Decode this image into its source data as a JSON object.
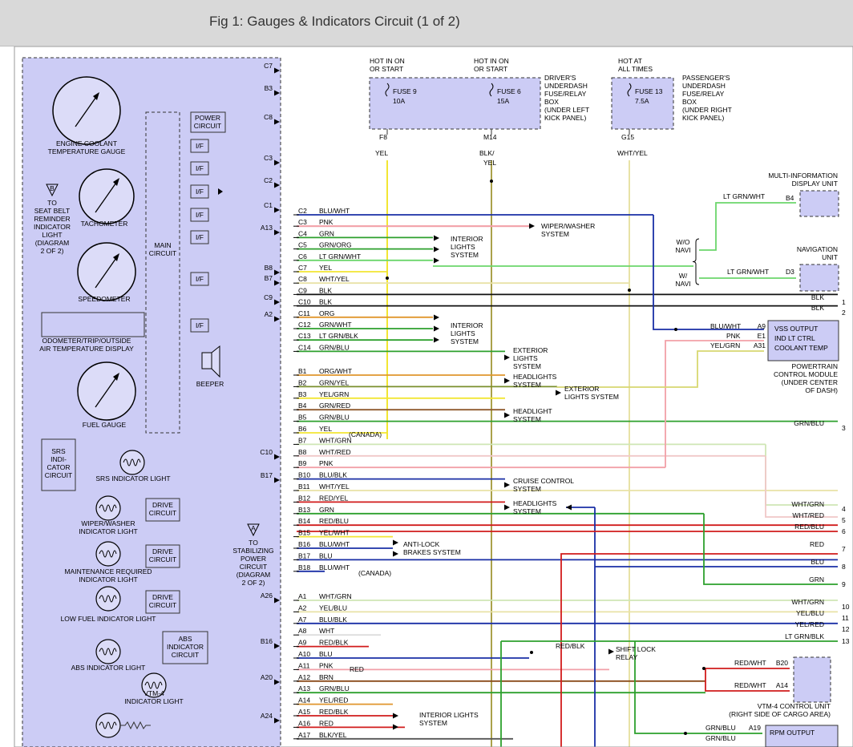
{
  "page": {
    "title": "Fig 1: Gauges & Indicators Circuit (1 of 2)"
  },
  "cluster": {
    "gauges": [
      {
        "name": "engine-coolant-gauge",
        "l1": "ENGINE COOLANT",
        "l2": "TEMPERATURE GAUGE"
      },
      {
        "name": "tachometer",
        "l1": "TACHOMETER",
        "l2": ""
      },
      {
        "name": "speedometer",
        "l1": "SPEEDOMETER",
        "l2": ""
      },
      {
        "name": "fuel-gauge",
        "l1": "FUEL GAUGE",
        "l2": ""
      }
    ],
    "odometer": [
      "ODOMETER/TRIP/OUTSIDE",
      "AIR TEMPERATURE DISPLAY"
    ],
    "main_circuit": [
      "MAIN",
      "CIRCUIT"
    ],
    "power_circuit": [
      "POWER",
      "CIRCUIT"
    ],
    "if_label": "I/F",
    "beeper": "BEEPER",
    "seat_belt_ref": {
      "letter": "B",
      "lines": [
        "TO",
        "SEAT BELT",
        "REMINDER",
        "INDICATOR",
        "LIGHT",
        "(DIAGRAM",
        "2 OF 2)"
      ]
    },
    "stab_ref": {
      "letter": "A",
      "lines": [
        "TO",
        "STABILIZING",
        "POWER",
        "CIRCUIT",
        "(DIAGRAM",
        "2 OF 2)"
      ]
    },
    "srs_circuit": [
      "SRS",
      "INDI-",
      "CATOR",
      "CIRCUIT"
    ],
    "drive_circuit": [
      "DRIVE",
      "CIRCUIT"
    ],
    "abs_circuit": [
      "ABS",
      "INDICATOR",
      "CIRCUIT"
    ],
    "lights": [
      {
        "l1": "SRS INDICATOR LIGHT",
        "l2": ""
      },
      {
        "l1": "WIPER/WASHER",
        "l2": "INDICATOR LIGHT"
      },
      {
        "l1": "MAINTENANCE REQUIRED",
        "l2": "INDICATOR LIGHT"
      },
      {
        "l1": "LOW FUEL INDICATOR LIGHT",
        "l2": ""
      },
      {
        "l1": "ABS INDICATOR LIGHT",
        "l2": ""
      },
      {
        "l1": "VTM-4",
        "l2": "INDICATOR LIGHT"
      }
    ],
    "pins_out": [
      "C7",
      "B3",
      "C8",
      "C3",
      "C2",
      "C1",
      "A13",
      "B8",
      "B7",
      "C9",
      "A2",
      "C10",
      "B17",
      "A26",
      "B16",
      "A20",
      "A24"
    ]
  },
  "fuses": [
    {
      "hot": [
        "HOT IN ON",
        "OR START"
      ],
      "name": "FUSE 9",
      "amp": "10A",
      "pin": "F8",
      "wire": "YEL"
    },
    {
      "hot": [
        "HOT IN ON",
        "OR START"
      ],
      "name": "FUSE 6",
      "amp": "15A",
      "pin": "M14",
      "wire": "BLK/",
      "wire2": "YEL"
    },
    {
      "hot": [
        "HOT AT",
        "ALL TIMES"
      ],
      "name": "FUSE 13",
      "amp": "7.5A",
      "pin": "G15",
      "wire": "WHT/YEL"
    }
  ],
  "driver_box": [
    "DRIVER'S",
    "UNDERDASH",
    "FUSE/RELAY",
    "BOX",
    "(UNDER LEFT",
    "KICK PANEL)"
  ],
  "pass_box": [
    "PASSENGER'S",
    "UNDERDASH",
    "FUSE/RELAY",
    "BOX",
    "(UNDER RIGHT",
    "KICK PANEL)"
  ],
  "connector_rows": [
    {
      "pin": "C2",
      "color": "BLU/WHT"
    },
    {
      "pin": "C3",
      "color": "PNK"
    },
    {
      "pin": "C4",
      "color": "GRN"
    },
    {
      "pin": "C5",
      "color": "GRN/ORG"
    },
    {
      "pin": "C6",
      "color": "LT GRN/WHT"
    },
    {
      "pin": "C7",
      "color": "YEL"
    },
    {
      "pin": "C8",
      "color": "WHT/YEL"
    },
    {
      "pin": "C9",
      "color": "BLK"
    },
    {
      "pin": "C10",
      "color": "BLK"
    },
    {
      "pin": "C11",
      "color": "ORG"
    },
    {
      "pin": "C12",
      "color": "GRN/WHT"
    },
    {
      "pin": "C13",
      "color": "LT GRN/BLK"
    },
    {
      "pin": "C14",
      "color": "GRN/BLU"
    },
    {
      "pin": "B1",
      "color": "ORG/WHT"
    },
    {
      "pin": "B2",
      "color": "GRN/YEL"
    },
    {
      "pin": "B3",
      "color": "YEL/GRN"
    },
    {
      "pin": "B4",
      "color": "GRN/RED"
    },
    {
      "pin": "B5",
      "color": "GRN/BLU"
    },
    {
      "pin": "B6",
      "color": "YEL"
    },
    {
      "pin": "B7",
      "color": "WHT/GRN"
    },
    {
      "pin": "B8",
      "color": "WHT/RED"
    },
    {
      "pin": "B9",
      "color": "PNK"
    },
    {
      "pin": "B10",
      "color": "BLU/BLK"
    },
    {
      "pin": "B11",
      "color": "WHT/YEL"
    },
    {
      "pin": "B12",
      "color": "RED/YEL"
    },
    {
      "pin": "B13",
      "color": "GRN"
    },
    {
      "pin": "B14",
      "color": "RED/BLU"
    },
    {
      "pin": "B15",
      "color": "YEL/WHT"
    },
    {
      "pin": "B16",
      "color": "BLU/WHT"
    },
    {
      "pin": "B17",
      "color": "BLU"
    },
    {
      "pin": "B18",
      "color": "BLU/WHT"
    },
    {
      "pin": "A1",
      "color": "WHT/GRN"
    },
    {
      "pin": "A2",
      "color": "YEL/BLU"
    },
    {
      "pin": "A7",
      "color": "BLU/BLK"
    },
    {
      "pin": "A8",
      "color": "WHT"
    },
    {
      "pin": "A9",
      "color": "RED/BLK"
    },
    {
      "pin": "A10",
      "color": "BLU"
    },
    {
      "pin": "A11",
      "color": "PNK"
    },
    {
      "pin": "A12",
      "color": "BRN"
    },
    {
      "pin": "A13",
      "color": "GRN/BLU"
    },
    {
      "pin": "A14",
      "color": "YEL/RED"
    },
    {
      "pin": "A15",
      "color": "RED/BLK"
    },
    {
      "pin": "A16",
      "color": "RED"
    },
    {
      "pin": "A17",
      "color": "BLK/YEL"
    }
  ],
  "annotations": {
    "canada": "(CANADA)",
    "red": "RED"
  },
  "systems": {
    "wiper": [
      "WIPER/WASHER",
      "SYSTEM"
    ],
    "interior": [
      "INTERIOR",
      "LIGHTS",
      "SYSTEM"
    ],
    "exterior": [
      "EXTERIOR",
      "LIGHTS",
      "SYSTEM"
    ],
    "headlights": [
      "HEADLIGHTS",
      "SYSTEM"
    ],
    "exterior2": [
      "EXTERIOR",
      "LIGHTS SYSTEM"
    ],
    "headlight": [
      "HEADLIGHT",
      "SYSTEM"
    ],
    "cruise": [
      "CRUISE CONTROL",
      "SYSTEM"
    ],
    "headlights2": [
      "HEADLIGHTS",
      "SYSTEM"
    ],
    "antilock": [
      "ANTI-LOCK",
      "BRAKES SYSTEM"
    ],
    "shiftlock": [
      "SHIFT LOCK",
      "RELAY"
    ],
    "interior2": [
      "INTERIOR LIGHTS",
      "SYSTEM"
    ]
  },
  "right": {
    "mid": {
      "title": [
        "MULTI-INFORMATION",
        "DISPLAY UNIT"
      ],
      "wire": "LT GRN/WHT",
      "pin": "B4"
    },
    "navi": {
      "title": [
        "NAVIGATION",
        "UNIT"
      ],
      "wire": "LT GRN/WHT",
      "pin": "D3"
    },
    "wo_navi": [
      "W/O",
      "NAVI"
    ],
    "w_navi": [
      "W/",
      "NAVI"
    ],
    "pcm": {
      "pins": [
        {
          "wire": "BLU/WHT",
          "pin": "A9",
          "label": "VSS OUTPUT"
        },
        {
          "wire": "PNK",
          "pin": "E1",
          "label": "IND LT CTRL"
        },
        {
          "wire": "YEL/GRN",
          "pin": "A31",
          "label": "COOLANT TEMP"
        }
      ],
      "title": [
        "POWERTRAIN",
        "CONTROL MODULE",
        "(UNDER CENTER",
        "OF DASH)"
      ]
    },
    "vtm": {
      "pins": [
        {
          "wire": "RED/WHT",
          "pin": "B20"
        },
        {
          "wire": "RED/WHT",
          "pin": "A14"
        }
      ],
      "title": [
        "VTM-4 CONTROL UNIT",
        "(RIGHT SIDE OF CARGO AREA)"
      ]
    },
    "rpm": {
      "wire": "GRN/BLU",
      "pin": "A19",
      "label": "RPM OUTPUT",
      "wire2": "GRN/BLU"
    },
    "shiftlock_wire": "RED/BLK",
    "offpage": [
      {
        "wire": "BLK",
        "num": "1"
      },
      {
        "wire": "BLK",
        "num": "2"
      },
      {
        "wire": "GRN/BLU",
        "num": "3"
      },
      {
        "wire": "WHT/GRN",
        "num": "4"
      },
      {
        "wire": "WHT/RED",
        "num": "5"
      },
      {
        "wire": "RED/BLU",
        "num": "6"
      },
      {
        "wire": "RED",
        "num": "7"
      },
      {
        "wire": "BLU",
        "num": "8"
      },
      {
        "wire": "GRN",
        "num": "9"
      },
      {
        "wire": "WHT/GRN",
        "num": "10"
      },
      {
        "wire": "YEL/BLU",
        "num": "11"
      },
      {
        "wire": "YEL/RED",
        "num": "12"
      },
      {
        "wire": "LT GRN/BLK",
        "num": "13"
      }
    ]
  },
  "colors": {
    "box": "#ccccf5",
    "yellow": "#f2e633",
    "green": "#2da02d",
    "blue": "#1a2fa6",
    "pink": "#f2a0a8",
    "orange": "#e0962d",
    "red": "#d11b1b",
    "black": "#111111",
    "whtgrn": "#cfe6b5",
    "lightgreen": "#6bd66b"
  }
}
